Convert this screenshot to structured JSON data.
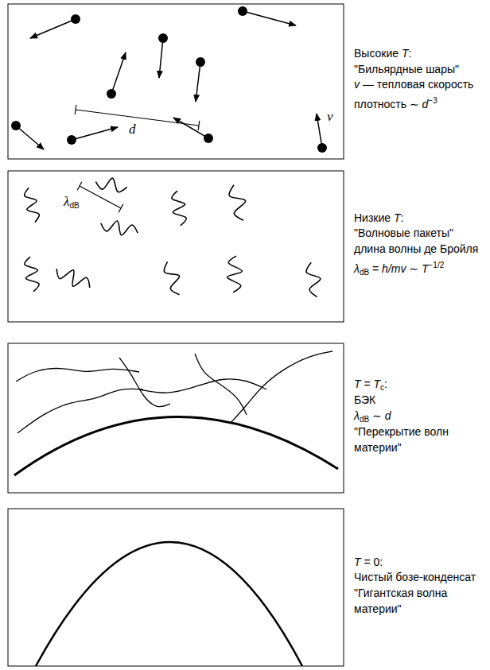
{
  "diagram": {
    "labels": [
      "d",
      "v",
      "λ",
      "dB",
      "Высокие ",
      "T",
      ":",
      "\"Бильярдные шары\"",
      "v",
      " — тепловая скорость",
      "плотность ∼ ",
      "d",
      "−3",
      "Низкие ",
      "T",
      ":",
      "\"Волновые пакеты\"",
      "длина волны де Бройля",
      "λ",
      "dB",
      " = ",
      "h/mv",
      " ∼ ",
      "T",
      "−1/2",
      "T",
      " = ",
      "T",
      "c",
      ":",
      "БЭК",
      "λ",
      "dB",
      " ∼ ",
      "d",
      "\"Перекрытие волн материи\"",
      "T",
      " = 0:",
      "Чистый бозе-конденсат",
      "\"Гигантская волна материи\""
    ]
  }
}
